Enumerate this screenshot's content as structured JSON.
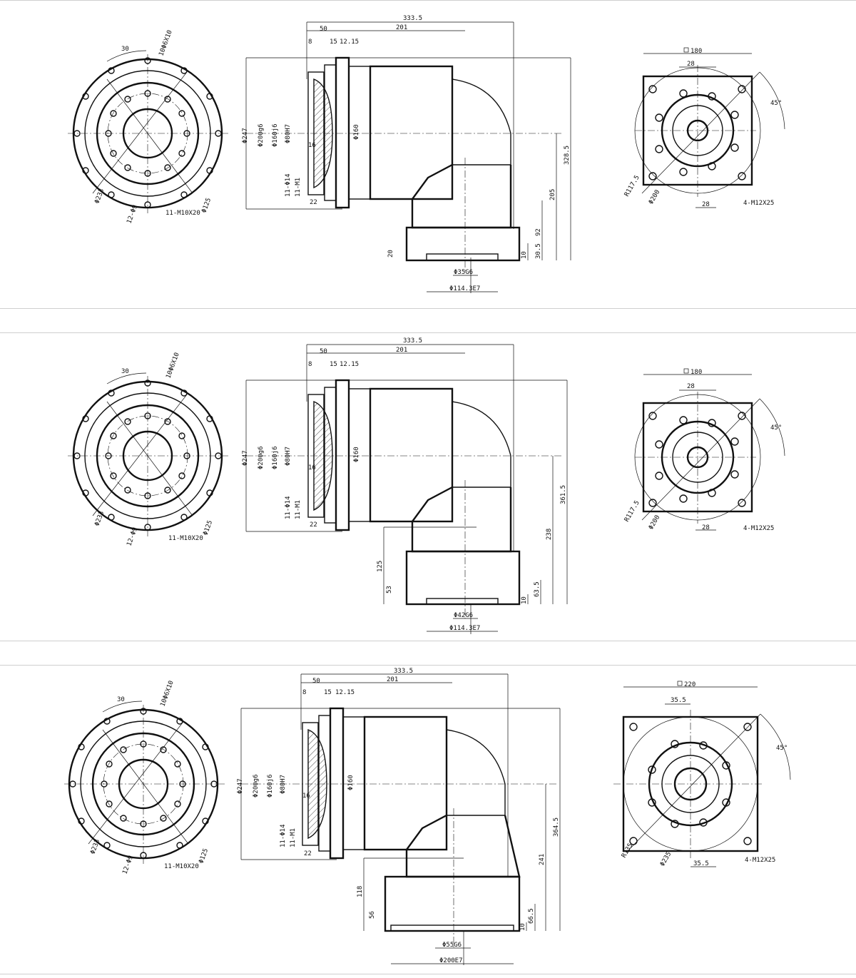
{
  "panels": [
    {
      "flange": {
        "d_outer": "Φ247",
        "d_pcd": "Φ125",
        "thread": "11-M10X20",
        "holes": "12-Φ9",
        "angle": "30",
        "top": "10Φ6X10",
        "d_ring": "Φ233"
      },
      "side": {
        "L_total": "333.5",
        "L_201": "201",
        "L_50": "50",
        "L_8": "8",
        "L_15": "15",
        "L_12": "12.15",
        "d_247": "Φ247",
        "d_200g6": "Φ200g6",
        "d_160": "Φ160j6",
        "d_80": "Φ80H7",
        "d_160b": "Φ160",
        "v16": "16",
        "v22": "22",
        "m_small": "11-Φ14",
        "m_small2": "11-M1",
        "h_main": "328.5",
        "h_mid": "205",
        "h_low": "92",
        "h_30": "30.5",
        "h_10": "10",
        "h_20": "20",
        "shaft": "Φ35G6",
        "pilot": "Φ114.3E7"
      },
      "square": {
        "size": "180",
        "d28a": "28",
        "d28b": "28",
        "angle": "45°",
        "r": "R117.5",
        "d200": "Φ200",
        "thread": "4-M12X25"
      }
    },
    {
      "flange": {
        "d_outer": "Φ247",
        "d_pcd": "Φ125",
        "thread": "11-M10X20",
        "holes": "12-Φ9",
        "angle": "30",
        "top": "10Φ6X10",
        "d_ring": "Φ233"
      },
      "side": {
        "L_total": "333.5",
        "L_201": "201",
        "L_50": "50",
        "L_8": "8",
        "L_15": "15",
        "L_12": "12.15",
        "d_247": "Φ247",
        "d_200g6": "Φ200g6",
        "d_160": "Φ160j6",
        "d_80": "Φ80H7",
        "d_160b": "Φ160",
        "v16": "16",
        "v22": "22",
        "m_small": "11-Φ14",
        "m_small2": "11-M1",
        "h_main": "361.5",
        "h_mid": "238",
        "h_low": "125",
        "h_53": "53",
        "h_30": "63.5",
        "h_10": "10",
        "shaft": "Φ42G6",
        "pilot": "Φ114.3E7"
      },
      "square": {
        "size": "180",
        "d28a": "28",
        "d28b": "28",
        "angle": "45°",
        "r": "R117.5",
        "d200": "Φ200",
        "thread": "4-M12X25"
      }
    },
    {
      "flange": {
        "d_outer": "Φ247",
        "d_pcd": "Φ125",
        "thread": "11-M10X20",
        "holes": "12-Φ9",
        "angle": "30",
        "top": "10Φ6X10",
        "d_ring": "Φ233"
      },
      "side": {
        "L_total": "333.5",
        "L_201": "201",
        "L_50": "50",
        "L_8": "8",
        "L_15": "15",
        "L_12": "12.15",
        "d_247": "Φ247",
        "d_200g6": "Φ200g6",
        "d_160": "Φ160j6",
        "d_80": "Φ80H7",
        "d_160b": "Φ160",
        "v16": "16",
        "v22": "22",
        "m_small": "11-Φ14",
        "m_small2": "11-M1",
        "h_main": "364.5",
        "h_mid": "241",
        "h_low": "118",
        "h_53": "56",
        "h_30": "66.5",
        "h_10": "10",
        "shaft": "Φ55G6",
        "pilot": "Φ200E7"
      },
      "square": {
        "size": "220",
        "d28a": "35.5",
        "d28b": "35.5",
        "angle": "45°",
        "r": "R135",
        "d200": "Φ235",
        "thread": "4-M12X25"
      }
    }
  ]
}
